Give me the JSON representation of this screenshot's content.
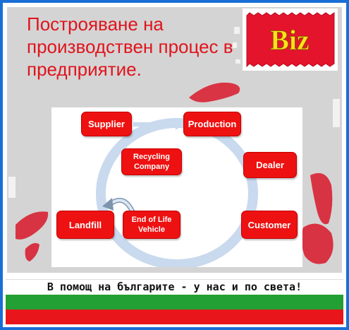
{
  "title": "Построяване на производствен процес в предприятие.",
  "logo": {
    "text": "Biz"
  },
  "diagram": {
    "nodes": {
      "supplier": "Supplier",
      "production": "Production",
      "recycling": "Recycling Company",
      "dealer": "Dealer",
      "landfill": "Landfill",
      "end_of_life": "End of Life Vehicle",
      "customer": "Customer"
    }
  },
  "banner": {
    "slogan": "В помощ на българите - у нас и по света!"
  },
  "colors": {
    "accent_red": "#ee1111",
    "frame_blue": "#1a6fd6",
    "flag_green": "#22a033",
    "flag_red": "#e8151b",
    "cycle_blue": "#c9d9ee"
  }
}
